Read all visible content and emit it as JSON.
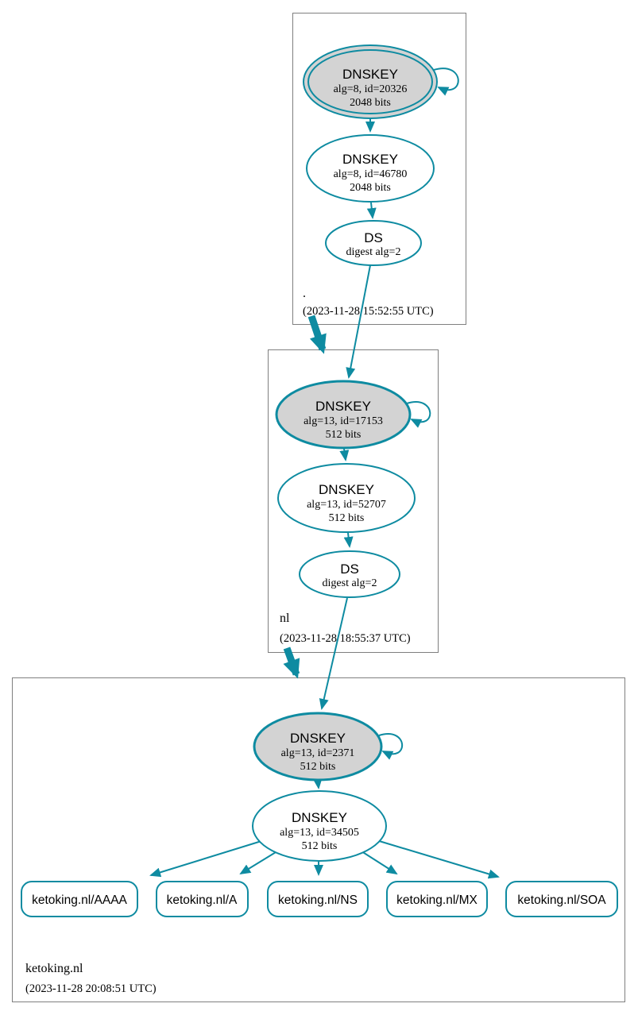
{
  "colors": {
    "secure_edge": "#0e8ba1",
    "ksk_fill": "#d3d3d3",
    "node_fill": "#ffffff",
    "zone_border": "#7f7f7f",
    "text": "#000000"
  },
  "zones": [
    {
      "name": ".",
      "timestamp": "(2023-11-28 15:52:55 UTC)",
      "ksk": {
        "title": "DNSKEY",
        "detail1": "alg=8, id=20326",
        "detail2": "2048 bits"
      },
      "zsk": {
        "title": "DNSKEY",
        "detail1": "alg=8, id=46780",
        "detail2": "2048 bits"
      },
      "ds": {
        "title": "DS",
        "detail1": "digest alg=2"
      }
    },
    {
      "name": "nl",
      "timestamp": "(2023-11-28 18:55:37 UTC)",
      "ksk": {
        "title": "DNSKEY",
        "detail1": "alg=13, id=17153",
        "detail2": "512 bits"
      },
      "zsk": {
        "title": "DNSKEY",
        "detail1": "alg=13, id=52707",
        "detail2": "512 bits"
      },
      "ds": {
        "title": "DS",
        "detail1": "digest alg=2"
      }
    },
    {
      "name": "ketoking.nl",
      "timestamp": "(2023-11-28 20:08:51 UTC)",
      "ksk": {
        "title": "DNSKEY",
        "detail1": "alg=13, id=2371",
        "detail2": "512 bits"
      },
      "zsk": {
        "title": "DNSKEY",
        "detail1": "alg=13, id=34505",
        "detail2": "512 bits"
      },
      "rrsets": [
        {
          "label": "ketoking.nl/AAAA"
        },
        {
          "label": "ketoking.nl/A"
        },
        {
          "label": "ketoking.nl/NS"
        },
        {
          "label": "ketoking.nl/MX"
        },
        {
          "label": "ketoking.nl/SOA"
        }
      ]
    }
  ]
}
